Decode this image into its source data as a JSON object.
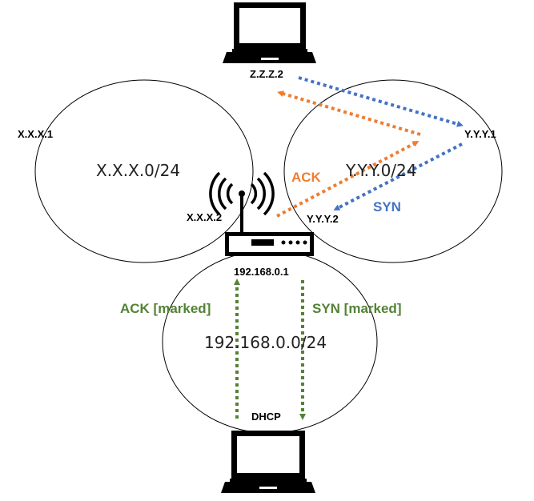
{
  "networks": {
    "left": "X.X.X.0/24",
    "right": "Y.Y.Y.0/24",
    "bottom": "192.168.0.0/24"
  },
  "nodes": {
    "xxx1": "X.X.X.1",
    "xxx2": "X.X.X.2",
    "yyy1": "Y.Y.Y.1",
    "yyy2": "Y.Y.Y.2",
    "zzz2": "Z.Z.Z.2",
    "router_ip": "192.168.0.1",
    "dhcp": "DHCP"
  },
  "labels": {
    "ack": "ACK",
    "syn": "SYN",
    "ack_marked": "ACK [marked]",
    "syn_marked": "SYN [marked]"
  },
  "colors": {
    "orange": "#ED7D31",
    "blue": "#4472C4",
    "green": "#548235",
    "outline": "#000000"
  },
  "icons": {
    "top_device": "laptop-icon",
    "bottom_device": "laptop-icon",
    "router": "wifi-router-icon"
  }
}
